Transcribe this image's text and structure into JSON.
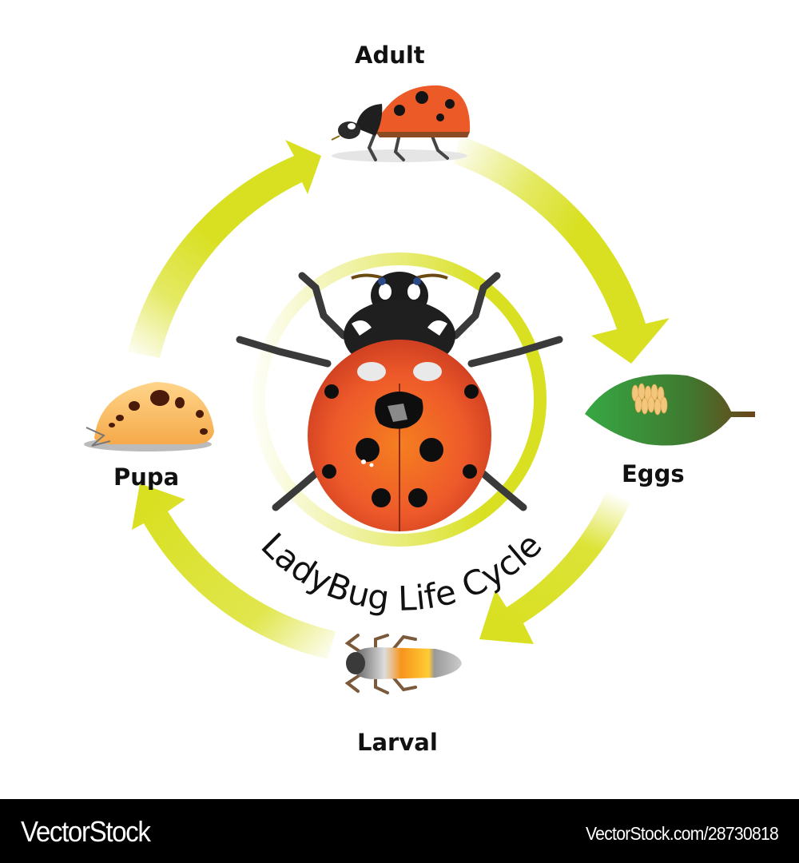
{
  "diagram": {
    "title": "LadyBug Life Cycle",
    "type": "life-cycle",
    "direction": "clockwise",
    "stages": [
      {
        "id": "adult",
        "label": "Adult"
      },
      {
        "id": "eggs",
        "label": "Eggs"
      },
      {
        "id": "larval",
        "label": "Larval"
      },
      {
        "id": "pupa",
        "label": "Pupa"
      }
    ],
    "transitions": [
      {
        "from": "Adult",
        "to": "Eggs"
      },
      {
        "from": "Eggs",
        "to": "Larval"
      },
      {
        "from": "Larval",
        "to": "Pupa"
      },
      {
        "from": "Pupa",
        "to": "Adult"
      }
    ],
    "colors": {
      "arrow": "#d9e021",
      "ladybug_shell": "#e8492a",
      "ladybug_body": "#1a1a1a",
      "leaf": "#3a9a3c",
      "pupa": "#f7b75a",
      "background": "#ffffff"
    }
  },
  "footer": {
    "brand": "VectorStock",
    "reference": "VectorStock.com/28730818",
    "background": "#000000"
  }
}
